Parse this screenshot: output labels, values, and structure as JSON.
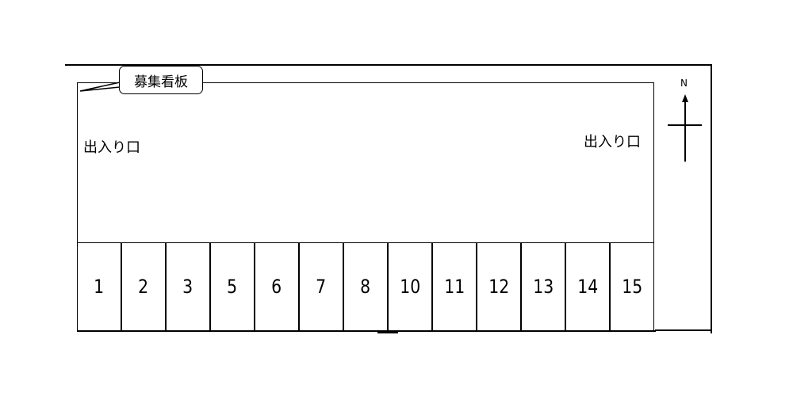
{
  "sign_label": "募集看板",
  "entrance_left": "出入り口",
  "entrance_right": "出入り口",
  "north_label": "N",
  "stalls": [
    "1",
    "2",
    "3",
    "5",
    "6",
    "7",
    "8",
    "10",
    "11",
    "12",
    "13",
    "14",
    "15"
  ]
}
